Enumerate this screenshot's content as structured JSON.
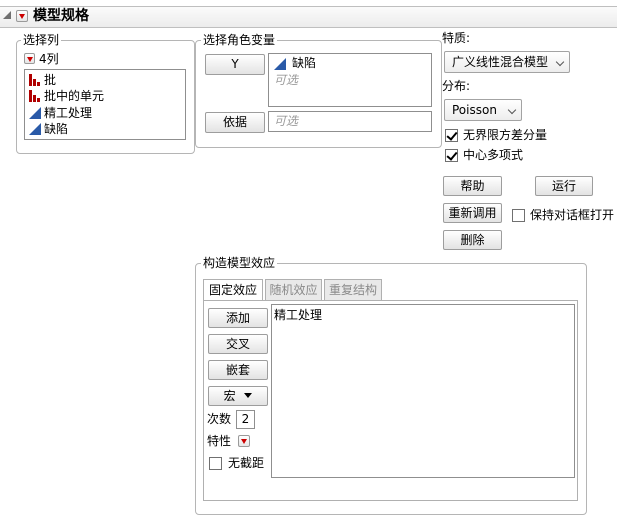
{
  "title": "模型规格",
  "select_columns": {
    "legend": "选择列",
    "count_label": "4列",
    "items": [
      {
        "label": "批",
        "type": "nominal"
      },
      {
        "label": "批中的单元",
        "type": "nominal"
      },
      {
        "label": "精工处理",
        "type": "continuous"
      },
      {
        "label": "缺陷",
        "type": "continuous"
      }
    ]
  },
  "select_roles": {
    "legend": "选择角色变量",
    "y_button": "Y",
    "y_value": "缺陷",
    "y_optional": "可选",
    "by_button": "依据",
    "by_optional": "可选"
  },
  "personality": {
    "label": "特质:",
    "value": "广义线性混合模型"
  },
  "distribution": {
    "label": "分布:",
    "value": "Poisson"
  },
  "checkboxes": {
    "unbounded_variance": "无界限方差分量",
    "center_polynomials": "中心多项式",
    "keep_dialog_open": "保持对话框打开"
  },
  "action_buttons": {
    "help": "帮助",
    "run": "运行",
    "recall": "重新调用",
    "remove": "删除"
  },
  "construct_effects": {
    "legend": "构造模型效应",
    "tabs": [
      "固定效应",
      "随机效应",
      "重复结构"
    ],
    "add": "添加",
    "cross": "交叉",
    "nest": "嵌套",
    "macros": "宏",
    "degree_label": "次数",
    "degree_value": "2",
    "attributes_label": "特性",
    "no_intercept": "无截距",
    "effects": [
      "精工处理"
    ]
  }
}
